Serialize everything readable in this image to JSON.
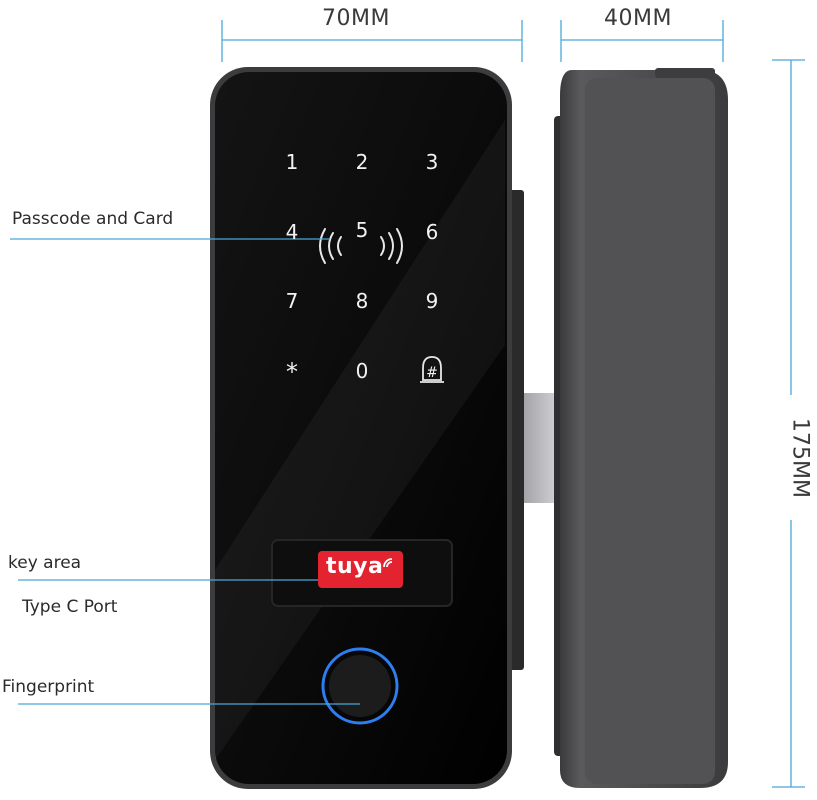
{
  "dimensions": {
    "width_front": "70MM",
    "width_side": "40MM",
    "height": "175MM"
  },
  "callouts": {
    "passcode_card": "Passcode and Card",
    "key_area": "key area",
    "type_c_port": "Type C Port",
    "fingerprint": "Fingerprint"
  },
  "keypad": {
    "keys": [
      "1",
      "2",
      "3",
      "4",
      "5",
      "6",
      "7",
      "8",
      "9",
      "*",
      "0",
      "#"
    ]
  },
  "brand": {
    "logo_text": "tuya",
    "logo_color": "#e3232f"
  },
  "colors": {
    "dimension_line": "#4aa8d8",
    "fingerprint_ring": "#2d7ff0",
    "body": "#1a1a1a",
    "side_body": "#505053"
  }
}
